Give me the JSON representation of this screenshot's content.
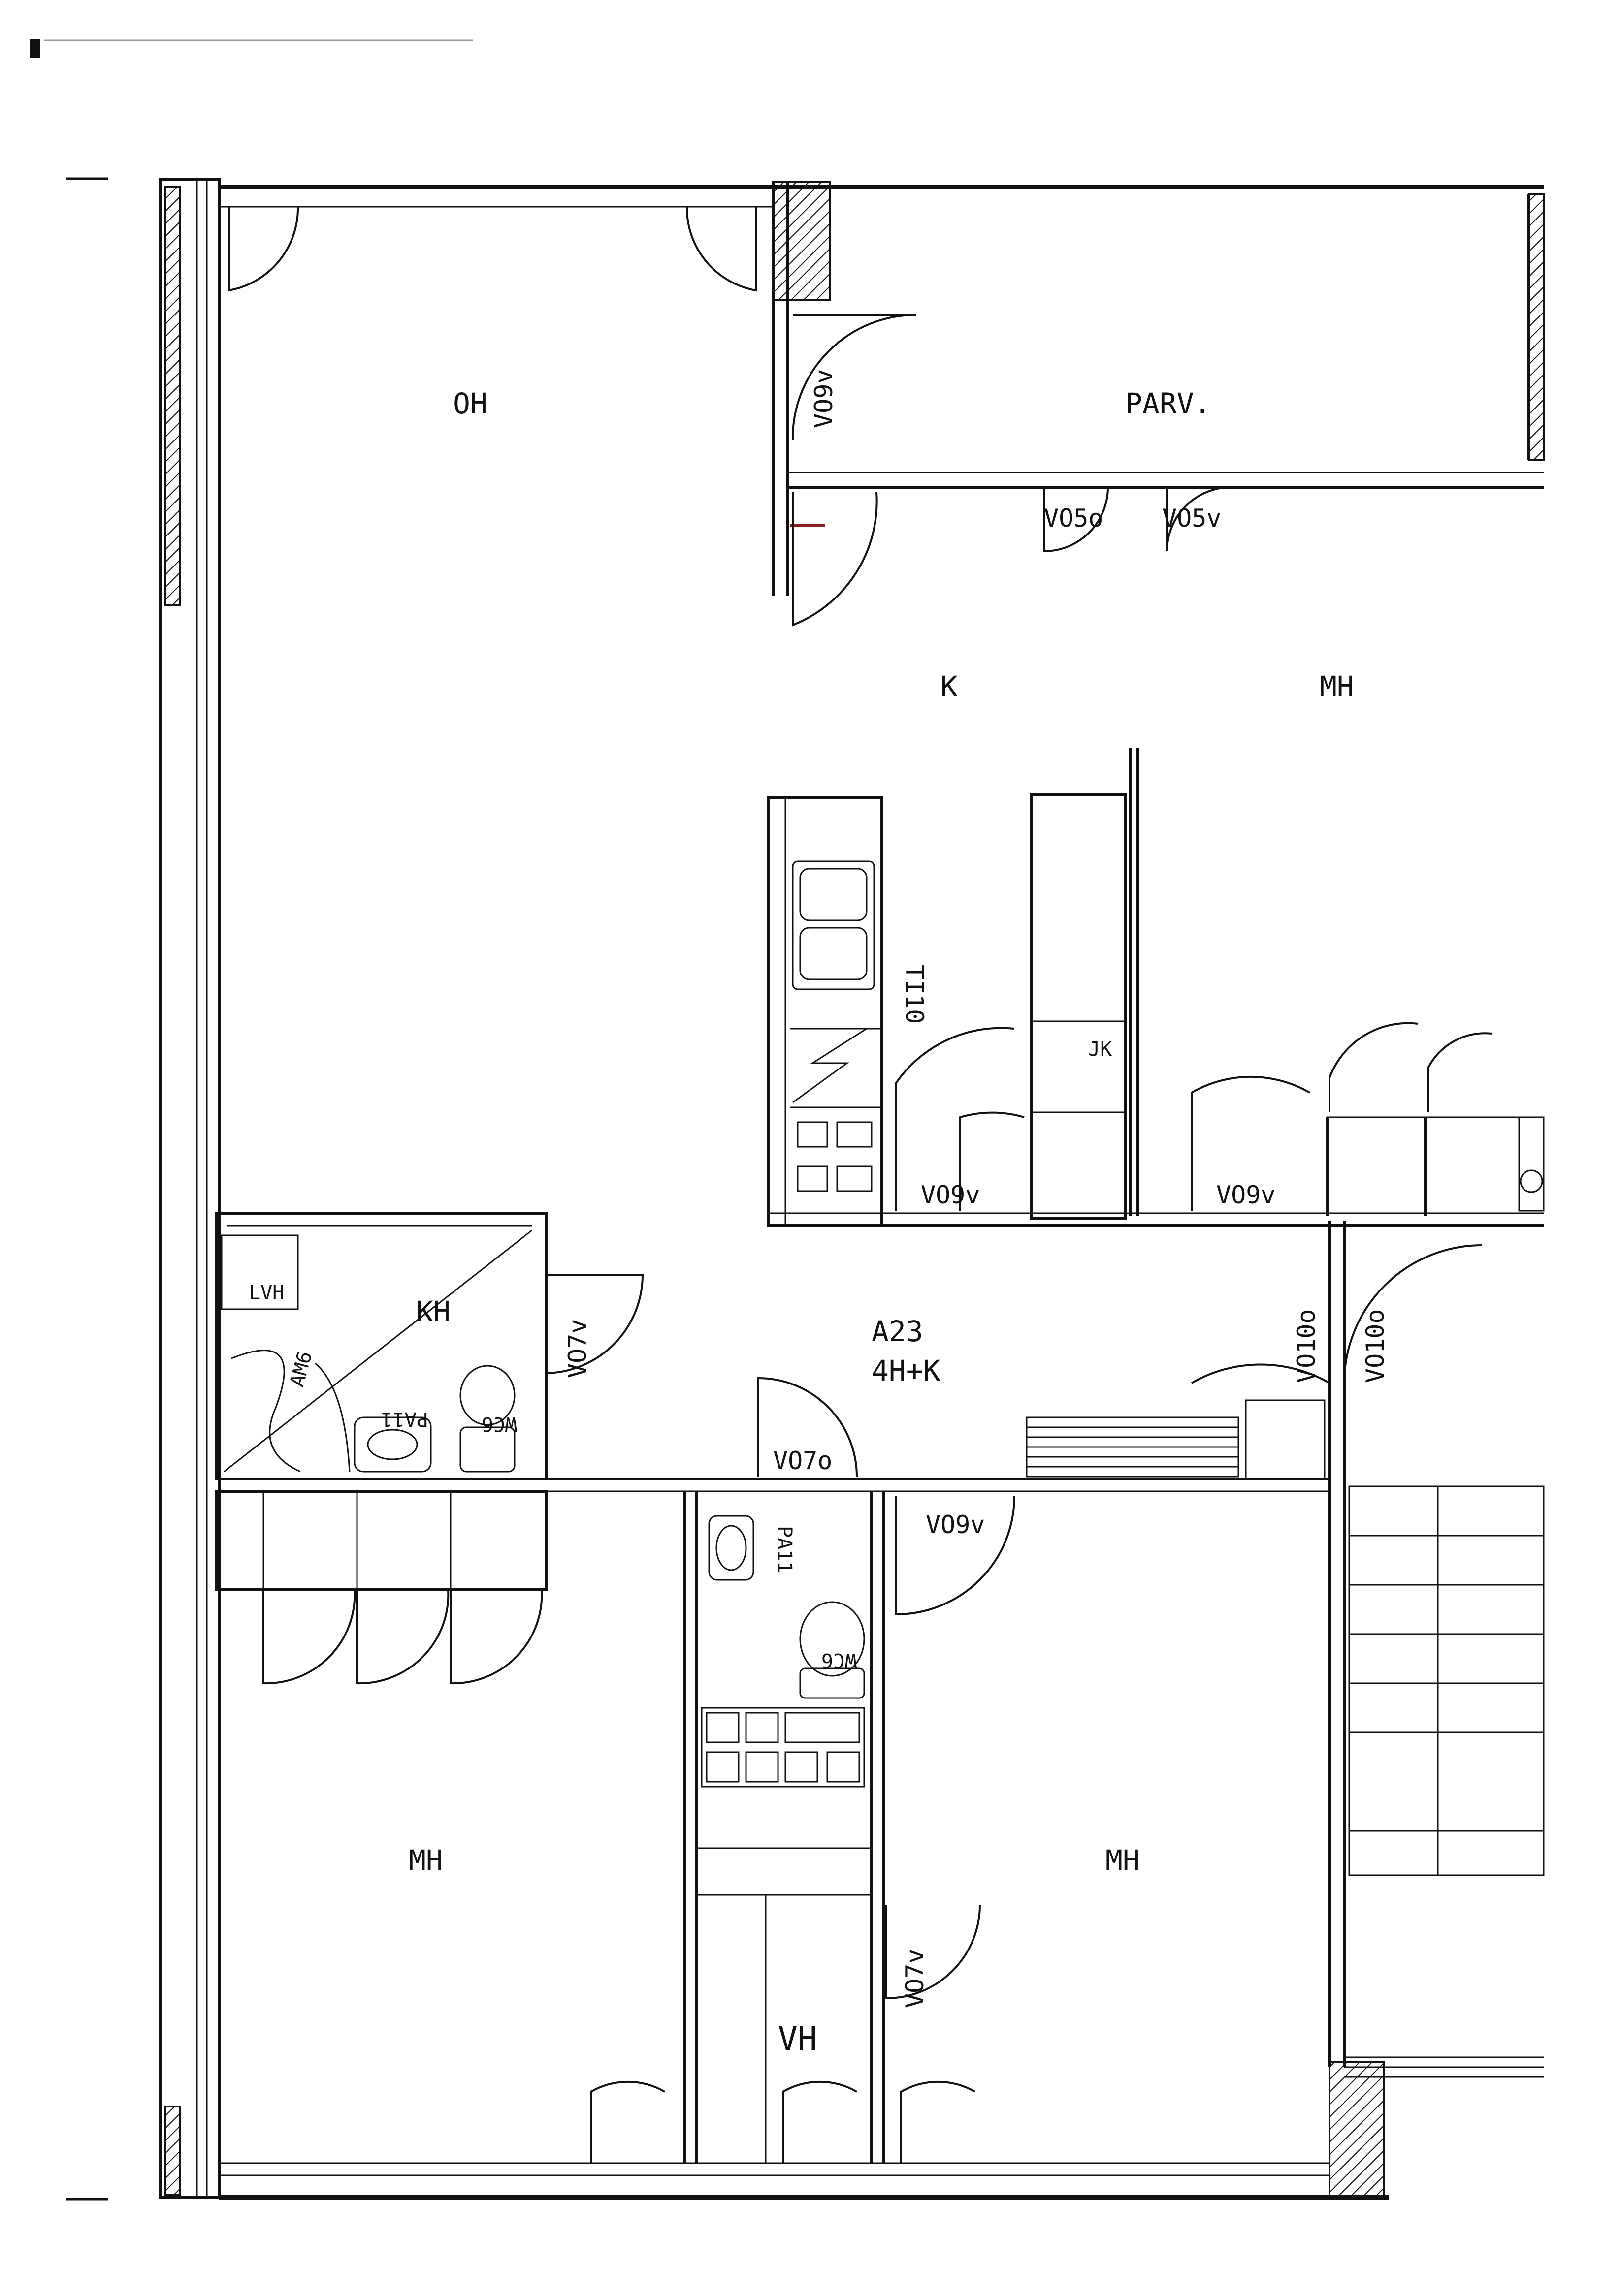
{
  "plan": {
    "rooms": {
      "oh": "OH",
      "parv": "PARV.",
      "k": "K",
      "mh_top": "MH",
      "kh": "KH",
      "mh_left": "MH",
      "mh_right": "MH",
      "vh": "VH"
    },
    "apartment": {
      "id": "A23",
      "type": "4H+K"
    },
    "codes": {
      "vo9v_balcony": "VO9v",
      "vo5o": "VO5o",
      "vo5v": "VO5v",
      "ti10": "TI10",
      "jk": "JK",
      "vo9v_kitchen_left": "VO9v",
      "vo9v_kitchen_right": "VO9v",
      "vo7v_kh": "VO7v",
      "vo10o_left": "VO10o",
      "vo10o_right": "VO10o",
      "vo7o": "VO7o",
      "vo9v_mh": "VO9v",
      "pa11_kh": "PA11",
      "wc6_kh": "WC6",
      "pa11_wc": "PA11",
      "wc6_wc": "WC6",
      "vo7v_vh": "VO7v",
      "lvh": "LVH",
      "am6": "AM6"
    }
  }
}
